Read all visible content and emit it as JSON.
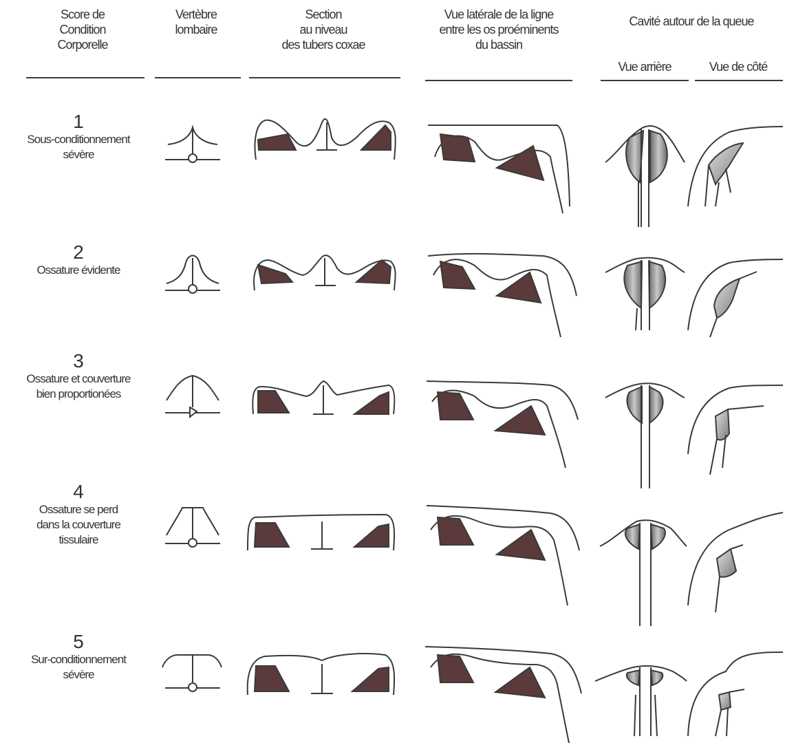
{
  "headers": {
    "score": "Score de\nCondition\nCorporelle",
    "lumbar": "Vertèbre\nlombaire",
    "section": "Section\nau niveau\ndes tubers coxae",
    "lateral": "Vue latérale de la ligne\nentre les os proéminents\ndu bassin",
    "cavity": "Cavité autour de la queue",
    "rear": "Vue arrière",
    "side": "Vue de côté"
  },
  "rows": [
    {
      "score": "1",
      "label": "Sous-conditionnement\nsévère"
    },
    {
      "score": "2",
      "label": "Ossature évidente"
    },
    {
      "score": "3",
      "label": "Ossature et couverture\nbien proportionées"
    },
    {
      "score": "4",
      "label": "Ossature se perd\ndans la couverture\ntissulaire"
    },
    {
      "score": "5",
      "label": "Sur-conditionnement\nsévère"
    }
  ],
  "colors": {
    "bone": "#5a3a3a",
    "line": "#3a3a3a",
    "cavity": "#8c8c8c"
  }
}
